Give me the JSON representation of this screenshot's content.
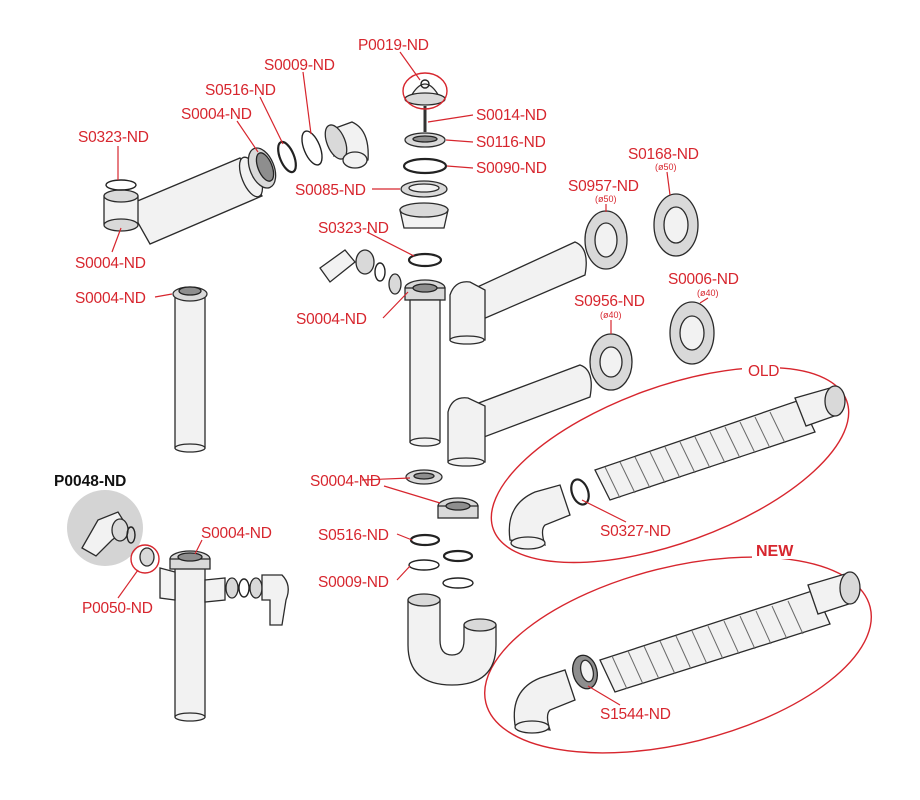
{
  "labels": {
    "p0019": "P0019-ND",
    "s0009_top": "S0009-ND",
    "s0516_top": "S0516-ND",
    "s0004_top": "S0004-ND",
    "s0014": "S0014-ND",
    "s0116": "S0116-ND",
    "s0090": "S0090-ND",
    "s0085": "S0085-ND",
    "s0323_left": "S0323-ND",
    "s0004_leftlow": "S0004-ND",
    "s0004_leftpipe": "S0004-ND",
    "s0323_mid": "S0323-ND",
    "s0004_mid": "S0004-ND",
    "s0168": "S0168-ND",
    "s0168_sub": "(ø50)",
    "s0957": "S0957-ND",
    "s0957_sub": "(ø50)",
    "s0006": "S0006-ND",
    "s0006_sub": "(ø40)",
    "s0956": "S0956-ND",
    "s0956_sub": "(ø40)",
    "old": "OLD",
    "s0327": "S0327-ND",
    "new": "NEW",
    "s1544": "S1544-ND",
    "p0048": "P0048-ND",
    "p0050": "P0050-ND",
    "s0004_lower": "S0004-ND",
    "s0004_center": "S0004-ND",
    "s0516_center": "S0516-ND",
    "s0009_center": "S0009-ND"
  },
  "colors": {
    "label_red": "#d7262e",
    "label_black": "#111111",
    "line": "#2b2b2b"
  }
}
